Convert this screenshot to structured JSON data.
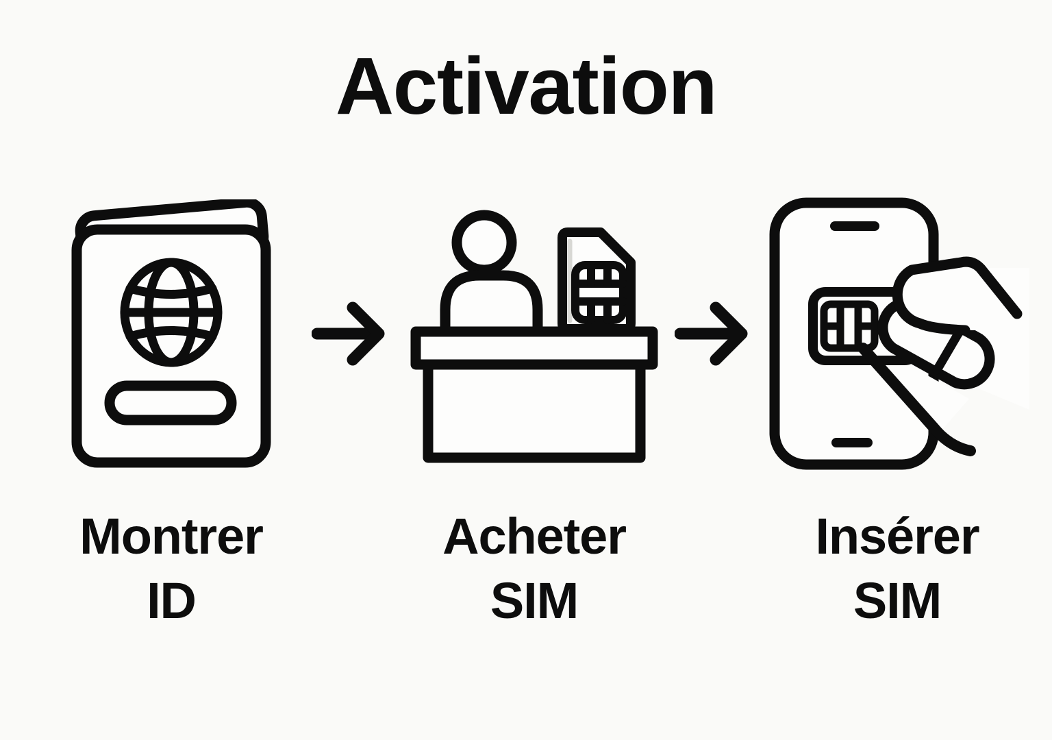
{
  "title": "Activation",
  "colors": {
    "background": "#fafaf8",
    "ink": "#0d0d0d",
    "shadow_gray": "#d8d8d4"
  },
  "steps": [
    {
      "id": "show-id",
      "icon": "passport-icon",
      "label": [
        "Montrer",
        "ID"
      ]
    },
    {
      "id": "buy-sim",
      "icon": "sim-purchase-counter-icon",
      "label": [
        "Acheter",
        "SIM"
      ]
    },
    {
      "id": "insert-sim",
      "icon": "insert-sim-into-phone-icon",
      "label": [
        "Insérer",
        "SIM"
      ]
    }
  ],
  "arrows": [
    {
      "icon": "arrow-right-icon"
    },
    {
      "icon": "arrow-right-icon"
    }
  ]
}
